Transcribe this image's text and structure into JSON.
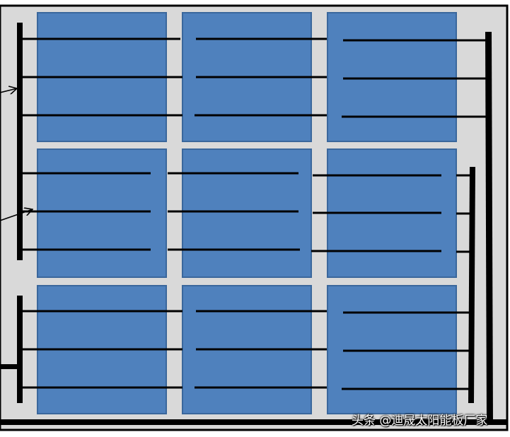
{
  "colors": {
    "frame_background": "#d9d9d9",
    "cell_fill": "#4f81bd",
    "cell_border": "#3a679c",
    "line": "#000000",
    "watermark_text": "#ffffff"
  },
  "panel": {
    "cell_grid": {
      "rows": 3,
      "columns": 3
    },
    "lines_per_cell": 3,
    "bus_bars": [
      "left-top",
      "left-bottom",
      "right-outer",
      "right-inner",
      "bottom"
    ]
  },
  "watermark": {
    "text": "头条 @迪晟太阳能板厂家"
  }
}
